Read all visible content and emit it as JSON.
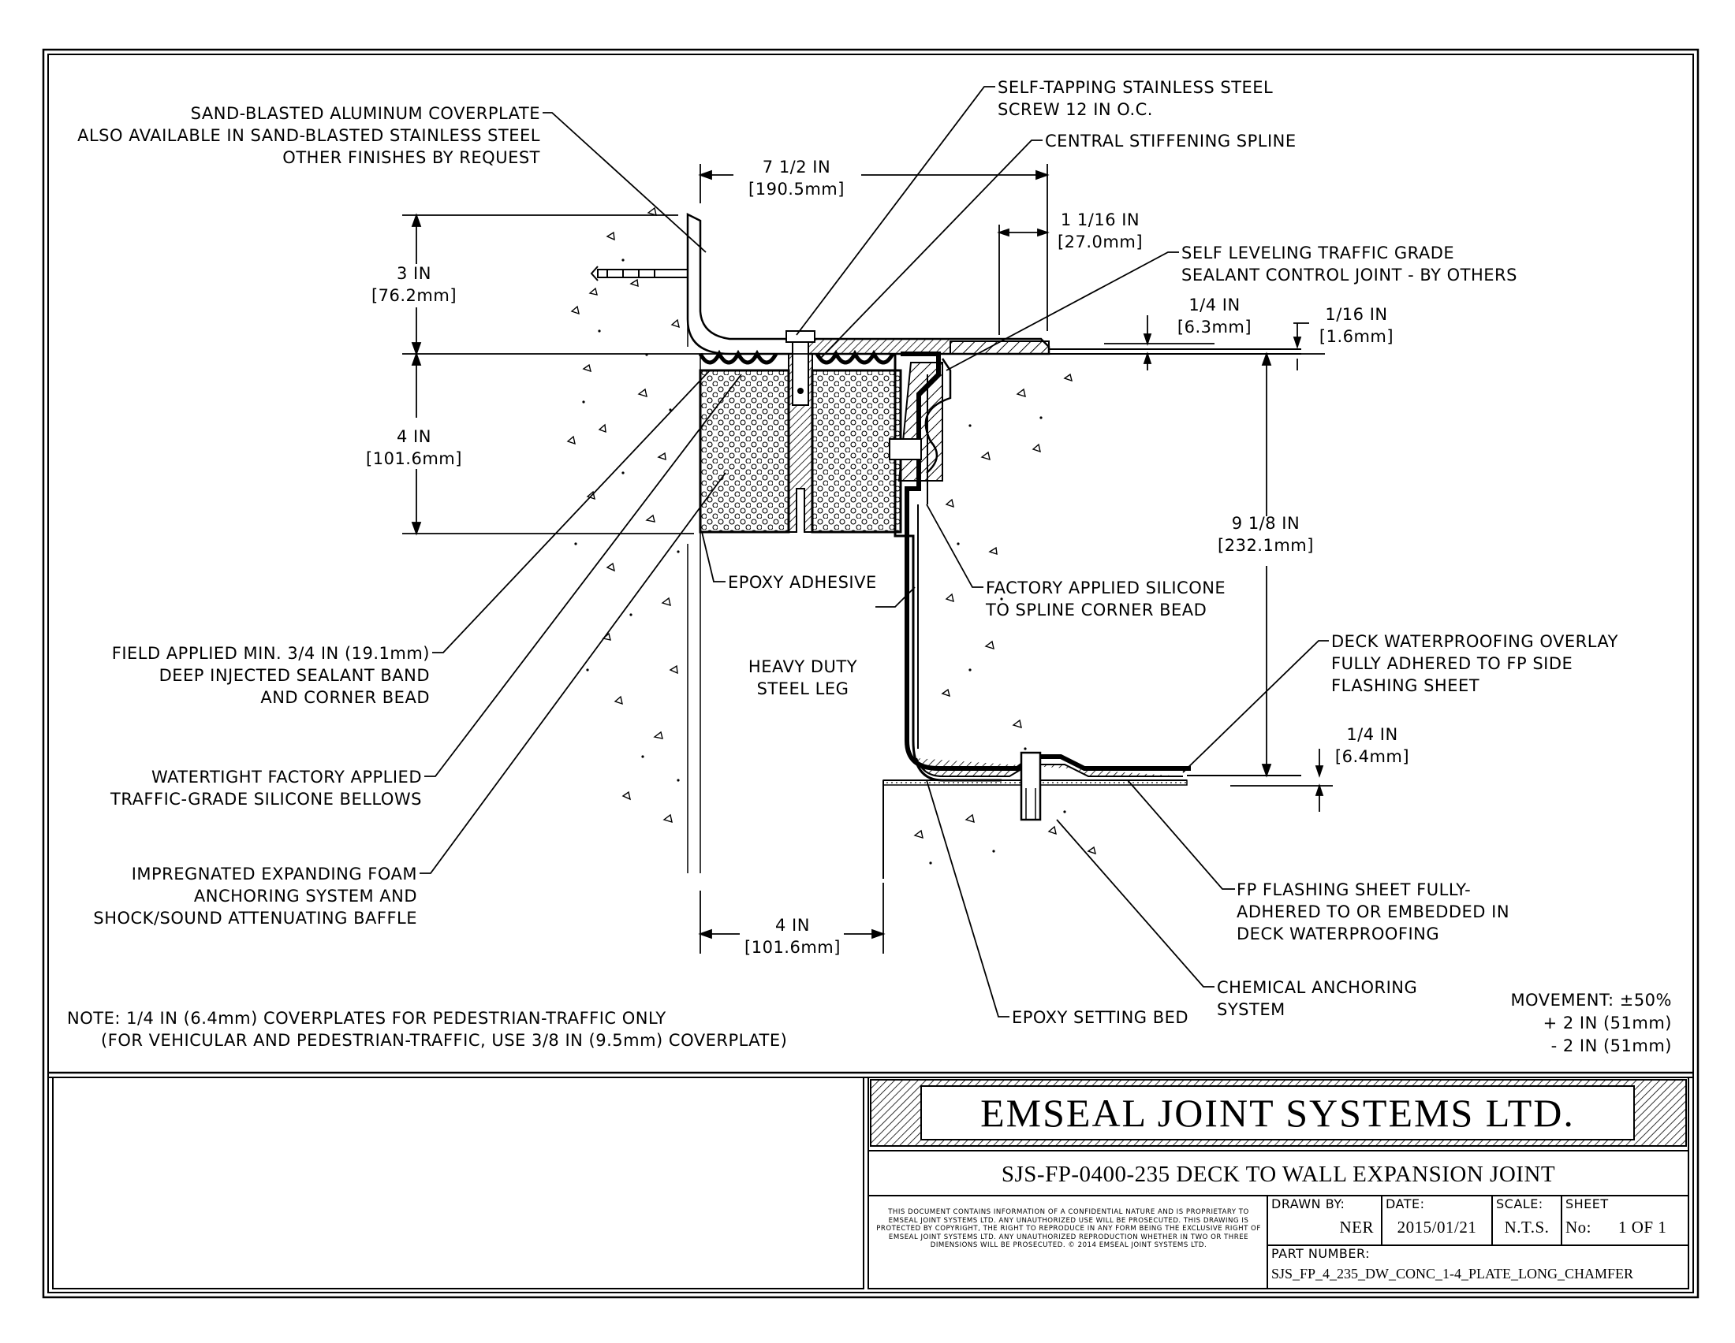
{
  "callouts": {
    "coverplate": "SAND-BLASTED ALUMINUM COVERPLATE\nALSO AVAILABLE IN SAND-BLASTED STAINLESS STEEL\nOTHER FINISHES BY REQUEST",
    "screw": "SELF-TAPPING STAINLESS STEEL\nSCREW 12 IN O.C.",
    "spline": "CENTRAL STIFFENING SPLINE",
    "sealant_control": "SELF LEVELING TRAFFIC GRADE\nSEALANT CONTROL JOINT - BY OTHERS",
    "epoxy_adhesive": "EPOXY ADHESIVE",
    "silicone_corner": "FACTORY APPLIED SILICONE\nTO SPLINE CORNER BEAD",
    "steel_leg": "HEAVY DUTY\nSTEEL LEG",
    "deck_overlay": "DECK WATERPROOFING OVERLAY\nFULLY ADHERED TO FP SIDE\nFLASHING SHEET",
    "field_sealant": "FIELD APPLIED MIN. 3/4 IN (19.1mm)\nDEEP INJECTED SEALANT BAND\nAND CORNER BEAD",
    "bellows": "WATERTIGHT FACTORY APPLIED\nTRAFFIC-GRADE SILICONE BELLOWS",
    "foam": "IMPREGNATED EXPANDING FOAM\nANCHORING SYSTEM AND\nSHOCK/SOUND ATTENUATING BAFFLE",
    "fp_flashing": "FP FLASHING SHEET FULLY-\nADHERED TO OR EMBEDDED IN\nDECK WATERPROOFING",
    "chemical_anchor": "CHEMICAL ANCHORING\nSYSTEM",
    "epoxy_bed": "EPOXY SETTING BED"
  },
  "dimensions": {
    "width_top": "7 1/2 IN\n[190.5mm]",
    "spline_offset": "1 1/16 IN\n[27.0mm]",
    "height_upper": "3 IN\n[76.2mm]",
    "height_lower": "4 IN\n[101.6mm]",
    "plate_thickness": "1/4 IN\n[6.3mm]",
    "recess": "1/16 IN\n[1.6mm]",
    "total_height": "9 1/8 IN\n[232.1mm]",
    "flashing_thickness": "1/4 IN\n[6.4mm]",
    "width_bottom": "4 IN\n[101.6mm]"
  },
  "note": "NOTE: 1/4 IN (6.4mm) COVERPLATES FOR PEDESTRIAN-TRAFFIC ONLY\n      (FOR VEHICULAR AND PEDESTRIAN-TRAFFIC, USE 3/8 IN (9.5mm) COVERPLATE)",
  "movement": "MOVEMENT: ±50%\n+ 2 IN (51mm)\n- 2 IN (51mm)",
  "title_block": {
    "company": "EMSEAL JOINT SYSTEMS LTD.",
    "drawing_title": "SJS-FP-0400-235 DECK TO WALL EXPANSION JOINT",
    "disclaimer": "THIS DOCUMENT CONTAINS INFORMATION OF A CONFIDENTIAL NATURE AND IS PROPRIETARY TO EMSEAL JOINT SYSTEMS LTD. ANY UNAUTHORIZED USE WILL BE PROSECUTED. THIS DRAWING IS PROTECTED BY COPYRIGHT, THE RIGHT TO REPRODUCE IN ANY FORM BEING THE EXCLUSIVE RIGHT OF EMSEAL JOINT SYSTEMS LTD. ANY UNAUTHORIZED REPRODUCTION WHETHER IN TWO OR THREE DIMENSIONS WILL BE PROSECUTED. © 2014 EMSEAL JOINT SYSTEMS LTD.",
    "drawn_by_label": "DRAWN BY:",
    "drawn_by": "NER",
    "date_label": "DATE:",
    "date": "2015/01/21",
    "scale_label": "SCALE:",
    "scale": "N.T.S.",
    "sheet_label": "SHEET",
    "sheet_no_label": "No:",
    "sheet_no": "1 OF 1",
    "part_number_label": "PART NUMBER:",
    "part_number": "SJS_FP_4_235_DW_CONC_1-4_PLATE_LONG_CHAMFER"
  }
}
